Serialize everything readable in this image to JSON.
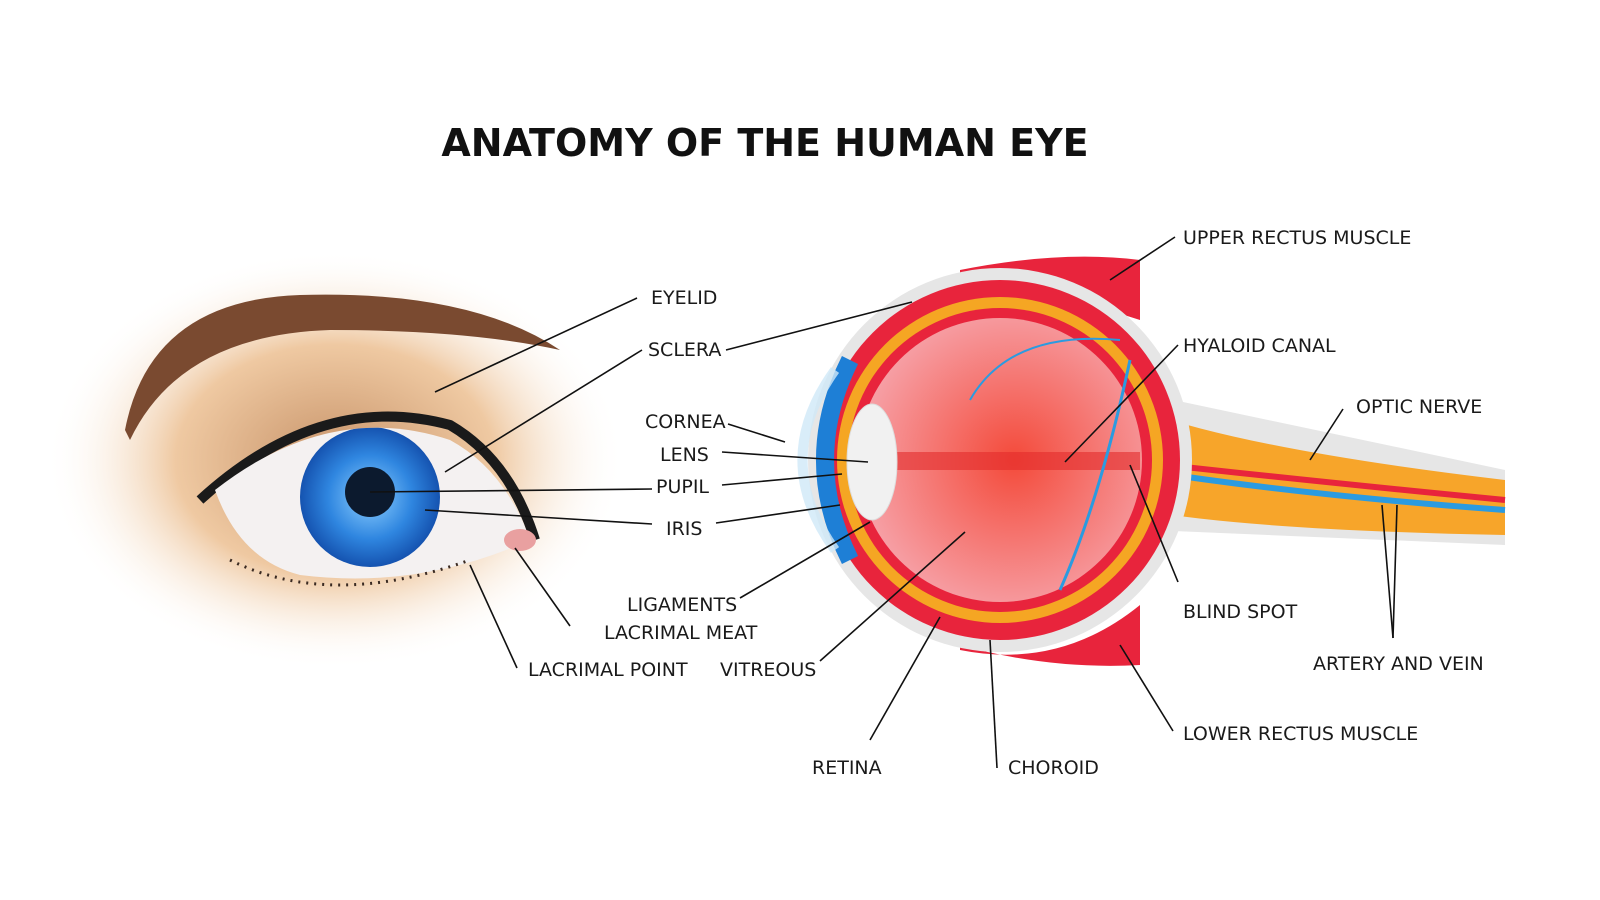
{
  "title": "ANATOMY OF THE HUMAN EYE",
  "labels": {
    "eyelid": "EYELID",
    "sclera": "SCLERA",
    "cornea": "CORNEA",
    "lens": "LENS",
    "pupil": "PUPIL",
    "iris": "IRIS",
    "ligaments": "LIGAMENTS",
    "lacrimal_meat": "LACRIMAL MEAT",
    "lacrimal_point": "LACRIMAL POINT",
    "vitreous": "VITREOUS",
    "retina": "RETINA",
    "choroid": "CHOROID",
    "upper_rectus_muscle": "UPPER RECTUS MUSCLE",
    "hyaloid_canal": "HYALOID CANAL",
    "optic_nerve": "OPTIC NERVE",
    "blind_spot": "BLIND SPOT",
    "artery_and_vein": "ARTERY AND VEIN",
    "lower_rectus_muscle": "LOWER RECTUS MUSCLE"
  },
  "colors": {
    "iris": "#2f86e0",
    "sclera_wall": "#e8243c",
    "choroid": "#f5a623",
    "vitreous": "#f26d6d",
    "optic_nerve": "#f7a52a",
    "artery": "#e8243c",
    "vein": "#2b9be0",
    "skin": "#f1c9a0",
    "eyebrow": "#7a4a30"
  }
}
